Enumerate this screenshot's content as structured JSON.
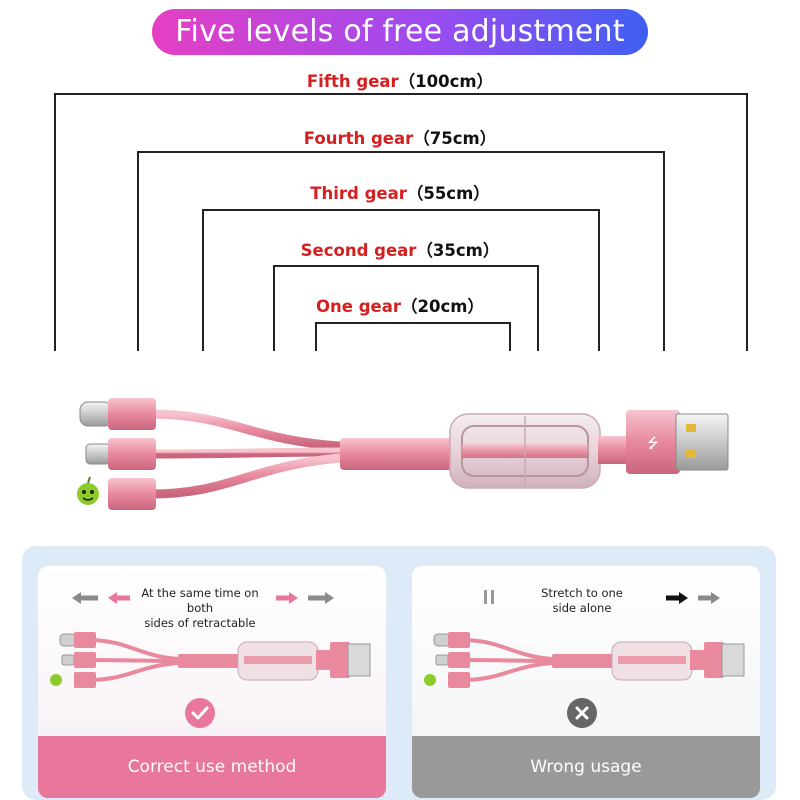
{
  "banner": {
    "title": "Five levels of free adjustment"
  },
  "gears": [
    {
      "name": "Fifth gear",
      "length": "（100cm）"
    },
    {
      "name": "Fourth gear",
      "length": "（75cm）"
    },
    {
      "name": "Third gear",
      "length": "（55cm）"
    },
    {
      "name": "Second gear",
      "length": "（35cm）"
    },
    {
      "name": "One gear",
      "length": "（20cm）"
    }
  ],
  "colors": {
    "cable_pink": "#e8899e",
    "label_red": "#d42020",
    "correct_bar": "#e8779b",
    "wrong_bar": "#999999",
    "panel_bg": "#ddeaf7"
  },
  "correct": {
    "caption_line1": "At the same time on both",
    "caption_line2": "sides of retractable",
    "bar_label": "Correct use method",
    "status_icon": "check-icon"
  },
  "wrong": {
    "caption_line1": "Stretch to one",
    "caption_line2": "side alone",
    "bar_label": "Wrong usage",
    "status_icon": "cross-icon"
  },
  "cable_connectors": [
    "usb-c",
    "micro-usb",
    "lightning",
    "usb-a"
  ]
}
